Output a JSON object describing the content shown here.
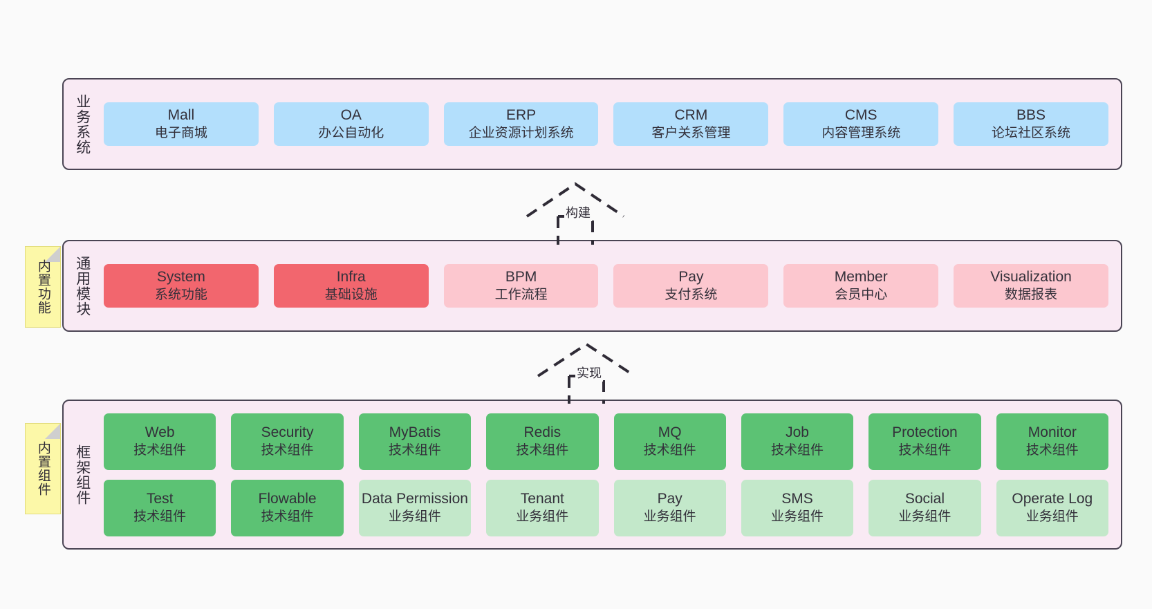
{
  "diagram": {
    "layers": [
      {
        "id": "business",
        "title": "业务系统",
        "rows": [
          {
            "cards": [
              {
                "name": "Mall",
                "sub": "电子商城",
                "color": "#b3dffc"
              },
              {
                "name": "OA",
                "sub": "办公自动化",
                "color": "#b3dffc"
              },
              {
                "name": "ERP",
                "sub": "企业资源计划系统",
                "color": "#b3dffc"
              },
              {
                "name": "CRM",
                "sub": "客户关系管理",
                "color": "#b3dffc"
              },
              {
                "name": "CMS",
                "sub": "内容管理系统",
                "color": "#b3dffc"
              },
              {
                "name": "BBS",
                "sub": "论坛社区系统",
                "color": "#b3dffc"
              }
            ]
          }
        ]
      },
      {
        "id": "modules",
        "title": "通用模块",
        "note": "内置功能",
        "rows": [
          {
            "cards": [
              {
                "name": "System",
                "sub": "系统功能",
                "color": "#f2666e"
              },
              {
                "name": "Infra",
                "sub": "基础设施",
                "color": "#f2666e"
              },
              {
                "name": "BPM",
                "sub": "工作流程",
                "color": "#fcc7cf"
              },
              {
                "name": "Pay",
                "sub": "支付系统",
                "color": "#fcc7cf"
              },
              {
                "name": "Member",
                "sub": "会员中心",
                "color": "#fcc7cf"
              },
              {
                "name": "Visualization",
                "sub": "数据报表",
                "color": "#fcc7cf"
              }
            ]
          }
        ]
      },
      {
        "id": "framework",
        "title": "框架组件",
        "note": "内置组件",
        "rows": [
          {
            "cards": [
              {
                "name": "Web",
                "sub": "技术组件",
                "color": "#5cc274"
              },
              {
                "name": "Security",
                "sub": "技术组件",
                "color": "#5cc274"
              },
              {
                "name": "MyBatis",
                "sub": "技术组件",
                "color": "#5cc274"
              },
              {
                "name": "Redis",
                "sub": "技术组件",
                "color": "#5cc274"
              },
              {
                "name": "MQ",
                "sub": "技术组件",
                "color": "#5cc274"
              },
              {
                "name": "Job",
                "sub": "技术组件",
                "color": "#5cc274"
              },
              {
                "name": "Protection",
                "sub": "技术组件",
                "color": "#5cc274"
              },
              {
                "name": "Monitor",
                "sub": "技术组件",
                "color": "#5cc274"
              }
            ]
          },
          {
            "cards": [
              {
                "name": "Test",
                "sub": "技术组件",
                "color": "#5cc274"
              },
              {
                "name": "Flowable",
                "sub": "技术组件",
                "color": "#5cc274"
              },
              {
                "name": "Data Permission",
                "sub": "业务组件",
                "color": "#c3e8ca"
              },
              {
                "name": "Tenant",
                "sub": "业务组件",
                "color": "#c3e8ca"
              },
              {
                "name": "Pay",
                "sub": "业务组件",
                "color": "#c3e8ca"
              },
              {
                "name": "SMS",
                "sub": "业务组件",
                "color": "#c3e8ca"
              },
              {
                "name": "Social",
                "sub": "业务组件",
                "color": "#c3e8ca"
              },
              {
                "name": "Operate Log",
                "sub": "业务组件",
                "color": "#c3e8ca"
              }
            ]
          }
        ]
      }
    ],
    "arrows": [
      {
        "id": "build",
        "label": "构建"
      },
      {
        "id": "impl",
        "label": "实现"
      }
    ],
    "colors": {
      "container_background": "#f9eaf4",
      "container_border": "#4a4453",
      "note_background": "#fcf8a8",
      "page_background": "#fafafa"
    }
  }
}
